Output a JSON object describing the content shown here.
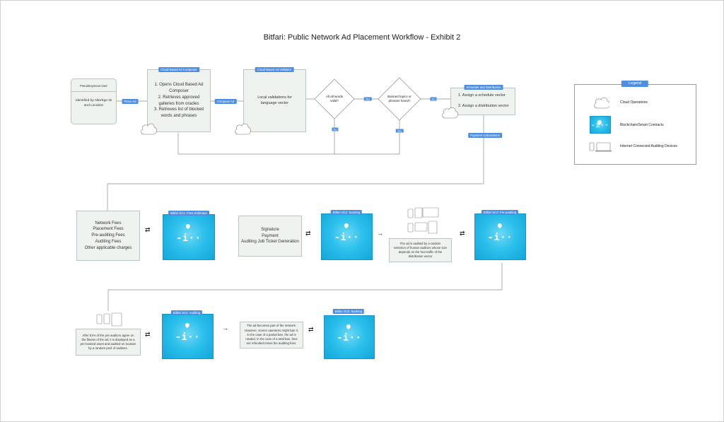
{
  "title": "Bitfari: Public Network Ad Placement Workflow - Exhibit 2",
  "row1": {
    "user": {
      "header": "Pseudonymous User",
      "body": "Identified by AlterEgo ID and Location"
    },
    "place_ad_label": "Place Ad",
    "composer": {
      "tag": "Cloud-based Ad Composer",
      "body": "1. Opens Cloud Based Ad Composer\n2. Retrieves approved galleries from oracles\n3. Retrieves list of blocked words and phrases"
    },
    "compose_ad_label": "Compose Ad",
    "validator": {
      "tag": "Cloud Based Ad Validator",
      "body": "Local validations for language vector"
    },
    "diamond1": {
      "text": "All all words valid?",
      "yes": "Yes",
      "no": "No"
    },
    "diamond2": {
      "text": "Banned topics or phrases found?",
      "no": "No",
      "yes": "Yes"
    },
    "schedule": {
      "tag": "Schedule and Distribution",
      "body1": "1. Assign a schedule vector",
      "body2": "2. Assign a distribution vector"
    },
    "payment_label": "Payment Calculations"
  },
  "legend": {
    "title": "Legend",
    "items": [
      "Cloud Operations",
      "Blockchain/Smart Contracts",
      "Internet Connected Auditing Devices"
    ]
  },
  "row2": {
    "fees": "Network Fees\nPlacement Fees\nPre-auditing Fees\nAuditing Fees\nOther applicable charges",
    "sc1": "Bitfari SC1: Fees Estimator",
    "signature": "Signature\nPayment\nAuditing Job Ticket Generation",
    "sc2": "Bitfari SC2: Booking",
    "audit_note": "The ad is audited by a random selection of human auditors whose size depends on the foot traffic of the distribution vector",
    "sc3": "Bitfari SC3: Pre-auditing"
  },
  "row3": {
    "note51": "After 51% of the pre-auditors agree on the fitness of the ad, it is displayed as a pre-booked asset and audited on location by a random pool of auditors.",
    "sc4": "Bitfari SC4: Auditing",
    "network_note": "The ad becomes part of the network. However, screen operators might ban it. In the case of a partial ban, the ad is rotated. In the case of a total ban, fees are refunded minus the auditing fees.",
    "sc5": "Bitfari SC5: Booking"
  },
  "tile_glyph": "-i··",
  "colors": {
    "box_bg": "#eef3f0",
    "tag": "#4d8ee0",
    "tile": "#2cc0ec"
  }
}
